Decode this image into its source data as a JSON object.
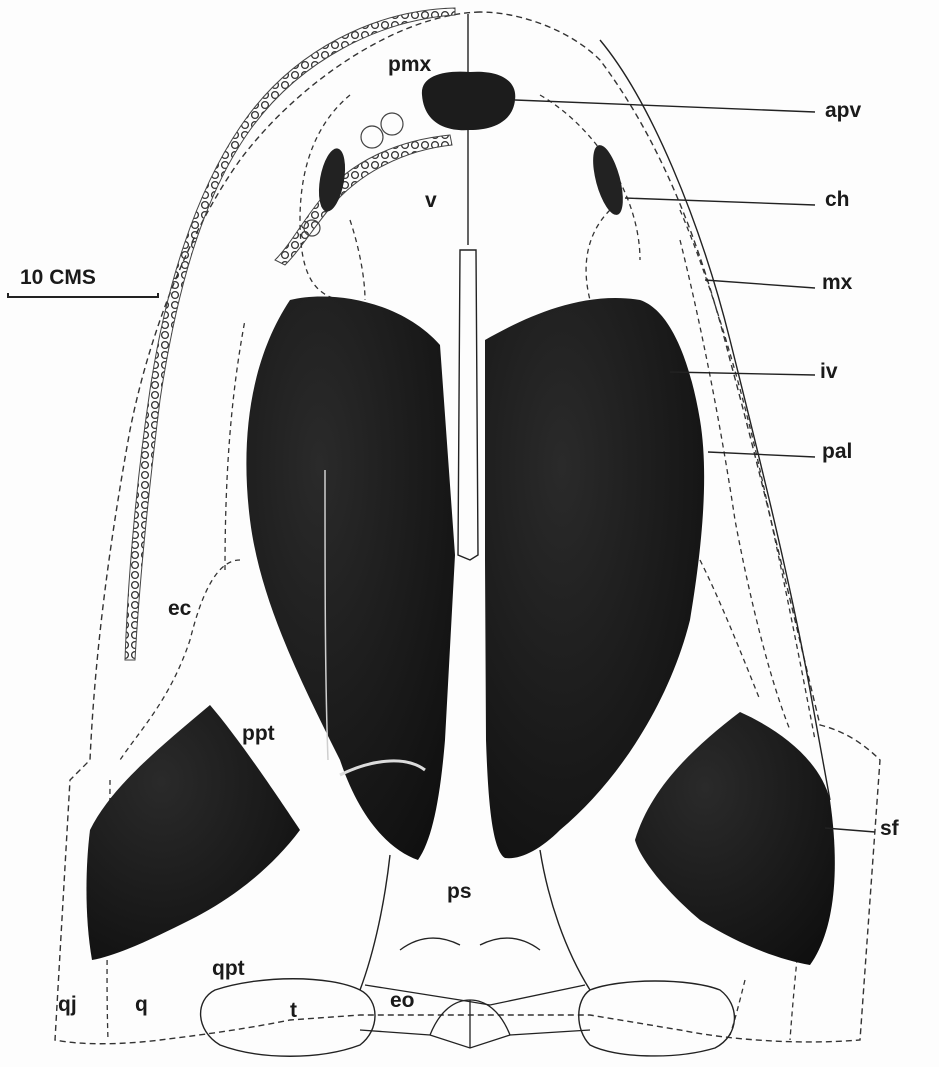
{
  "scale_bar": {
    "text": "10 CMS"
  },
  "labels": {
    "pmx": "pmx",
    "apv": "apv",
    "ch": "ch",
    "v": "v",
    "mx": "mx",
    "iv": "iv",
    "pal": "pal",
    "ec": "ec",
    "ppt": "ppt",
    "sf": "sf",
    "ps": "ps",
    "qpt": "qpt",
    "qj": "qj",
    "q": "q",
    "t": "t",
    "eo": "eo"
  },
  "colors": {
    "ink": "#1a1a1a",
    "fill_dark": "#161616",
    "paper": "#fdfdfd"
  }
}
